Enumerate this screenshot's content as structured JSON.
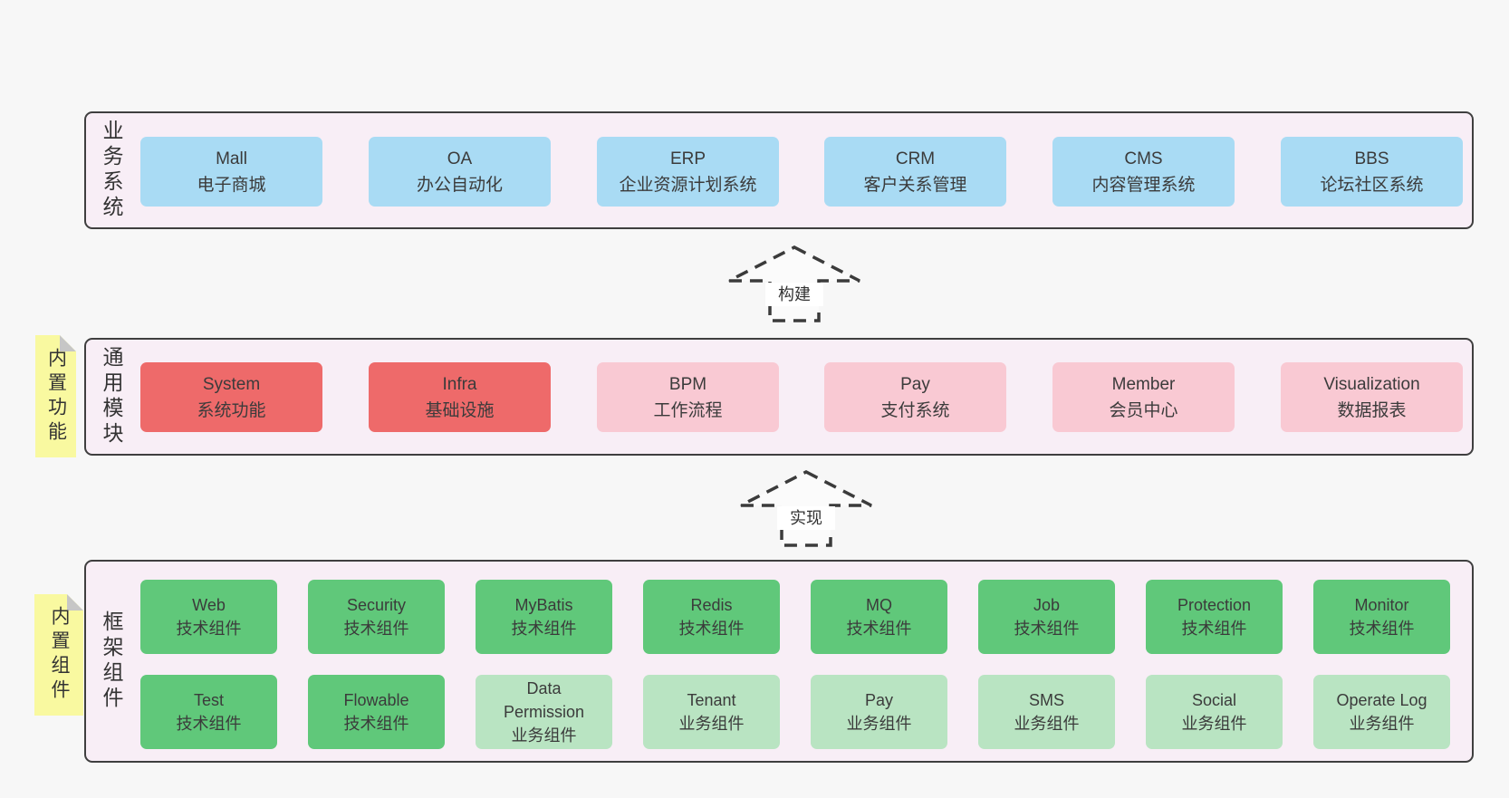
{
  "diagram": {
    "arrows": [
      {
        "label": "构建"
      },
      {
        "label": "实现"
      }
    ],
    "layers": {
      "business": {
        "side_label": "业务系统",
        "boxes": [
          {
            "title": "Mall",
            "subtitle": "电子商城"
          },
          {
            "title": "OA",
            "subtitle": "办公自动化"
          },
          {
            "title": "ERP",
            "subtitle": "企业资源计划系统"
          },
          {
            "title": "CRM",
            "subtitle": "客户关系管理"
          },
          {
            "title": "CMS",
            "subtitle": "内容管理系统"
          },
          {
            "title": "BBS",
            "subtitle": "论坛社区系统"
          }
        ]
      },
      "modules": {
        "side_label": "通用模块",
        "sticky_label": "内置功能",
        "boxes": [
          {
            "title": "System",
            "subtitle": "系统功能"
          },
          {
            "title": "Infra",
            "subtitle": "基础设施"
          },
          {
            "title": "BPM",
            "subtitle": "工作流程"
          },
          {
            "title": "Pay",
            "subtitle": "支付系统"
          },
          {
            "title": "Member",
            "subtitle": "会员中心"
          },
          {
            "title": "Visualization",
            "subtitle": "数据报表"
          }
        ]
      },
      "components": {
        "side_label": "框架组件",
        "sticky_label": "内置组件",
        "row1": [
          {
            "title": "Web",
            "subtitle": "技术组件"
          },
          {
            "title": "Security",
            "subtitle": "技术组件"
          },
          {
            "title": "MyBatis",
            "subtitle": "技术组件"
          },
          {
            "title": "Redis",
            "subtitle": "技术组件"
          },
          {
            "title": "MQ",
            "subtitle": "技术组件"
          },
          {
            "title": "Job",
            "subtitle": "技术组件"
          },
          {
            "title": "Protection",
            "subtitle": "技术组件"
          },
          {
            "title": "Monitor",
            "subtitle": "技术组件"
          }
        ],
        "row2": [
          {
            "title": "Test",
            "subtitle": "技术组件"
          },
          {
            "title": "Flowable",
            "subtitle": "技术组件"
          },
          {
            "title": "Data Permission",
            "subtitle": "业务组件"
          },
          {
            "title": "Tenant",
            "subtitle": "业务组件"
          },
          {
            "title": "Pay",
            "subtitle": "业务组件"
          },
          {
            "title": "SMS",
            "subtitle": "业务组件"
          },
          {
            "title": "Social",
            "subtitle": "业务组件"
          },
          {
            "title": "Operate Log",
            "subtitle": "业务组件"
          }
        ]
      }
    },
    "colors": {
      "canvas_bg": "#f7f7f7",
      "panel_bg": "#f8eef6",
      "panel_border": "#3f3f3f",
      "business_box": "#a9dbf4",
      "core_module_box": "#ee6a6a",
      "optional_module_box": "#f9c9d3",
      "tech_component_box": "#60c87a",
      "biz_component_box": "#b9e4c2",
      "sticky_note": "#f9f9a0",
      "sticky_fold": "#c6c6c6",
      "text": "#3b3b3b"
    }
  }
}
